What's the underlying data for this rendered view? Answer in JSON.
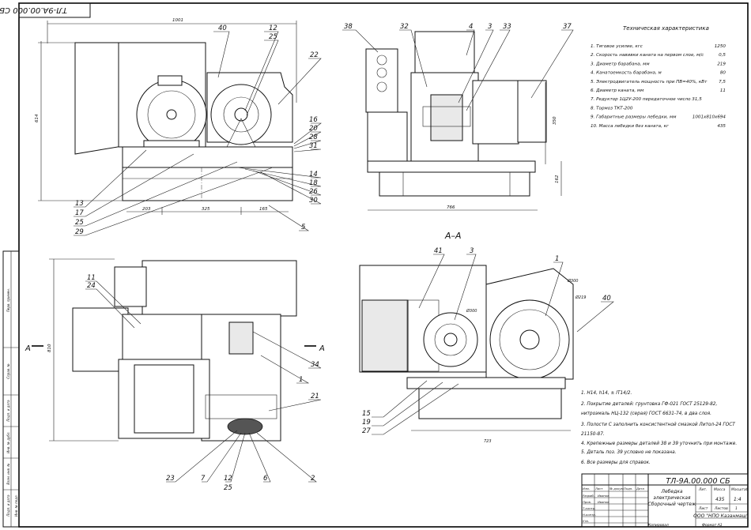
{
  "stamp_number_rotated": "ТЛ-9А.00.000 СБ",
  "callouts": {
    "v1": [
      "40",
      "12",
      "25",
      "22",
      "16",
      "20",
      "28",
      "31",
      "14",
      "18",
      "26",
      "30",
      "5",
      "13",
      "17",
      "25",
      "29"
    ],
    "v2": [
      "38",
      "32",
      "4",
      "3",
      "33",
      "37"
    ],
    "v3": [
      "11",
      "24",
      "A",
      "A",
      "34",
      "1",
      "21",
      "23",
      "7",
      "12",
      "25",
      "6",
      "2"
    ],
    "v4": [
      "41",
      "3",
      "1",
      "40",
      "15",
      "19",
      "27"
    ]
  },
  "section_title": "А–А",
  "dims": {
    "v1_top": "1001",
    "v1_left": "614",
    "v1_b1": "203",
    "v1_b2": "325",
    "v1_b3": "165",
    "v2_bottom": "766",
    "v2_r1": "350",
    "v2_r2": "162",
    "v3_left": "810",
    "v4_bottom": "723",
    "v4_d1": "Ø300",
    "v4_d2": "Ø219",
    "v4_d3": "Ø300"
  },
  "spec": {
    "title": "Техническая характеристика",
    "rows": [
      {
        "label": "1. Тяговое усилие, кгс",
        "value": "1250"
      },
      {
        "label": "2. Скорость навивки каната на первом слое, м/с",
        "value": "0,5"
      },
      {
        "label": "3. Диаметр барабана, мм",
        "value": "219"
      },
      {
        "label": "4. Канатоемкость барабана, м",
        "value": "80"
      },
      {
        "label": "5. Электродвигатель мощность при ПВ=40%, кВт",
        "value": "7,5"
      },
      {
        "label": "6. Диаметр каната, мм",
        "value": "11"
      },
      {
        "label": "7. Редуктор 1Ц2У-200 передаточное число 31,5",
        "value": ""
      },
      {
        "label": "8. Тормоз ТКТ-200",
        "value": ""
      },
      {
        "label": "9. Габаритные размеры лебедки, мм",
        "value": "1001х810х694"
      },
      {
        "label": "10. Масса лебедки без каната, кг",
        "value": "435"
      }
    ]
  },
  "notes": [
    "1. Н14, h14, ± IT14/2.",
    "2. Покрытие деталей: грунтовка ГФ-021 ГОСТ 25129-82,",
    "нитроэмаль НЦ-132 (серая) ГОСТ 6631-74, в два слоя.",
    "3. Полости С заполнить консистентной смазкой Литол-24 ГОСТ",
    "21150-87.",
    "4. Крепежные размеры деталей 38 и 39 уточнить при монтаже.",
    "5. Деталь поз. 39 условно не показана.",
    "6. Все размеры для справок."
  ],
  "title_block": {
    "designation": "ТЛ-9А.00.000 СБ",
    "name_lines": [
      "Лебедка",
      "электрическая",
      "Сборочный чертеж"
    ],
    "lit_header": "Лит.",
    "mass_header": "Масса",
    "scale_header": "Масштаб",
    "mass": "435",
    "scale": "1:4",
    "sheet_label": "Лист",
    "sheets_label": "Листов",
    "sheets_count": "1",
    "company": "ООО \"НПО Казанмаш\"",
    "row_labels": [
      "Изм.",
      "Лист",
      "№ докум.",
      "Подп.",
      "Дата",
      "Разраб.",
      "Пров.",
      "Т.контр.",
      "Н.контр.",
      "Утв."
    ],
    "people": [
      "Иванов",
      "Иванов"
    ],
    "copied": "Копировал",
    "format": "Формат   A1"
  },
  "left_strip": [
    "Перв. примен.",
    "Справ. №",
    "Подп. и дата",
    "Инв. № дубл.",
    "Взам. инв. №",
    "Подп. и дата",
    "Инв. № подл."
  ]
}
